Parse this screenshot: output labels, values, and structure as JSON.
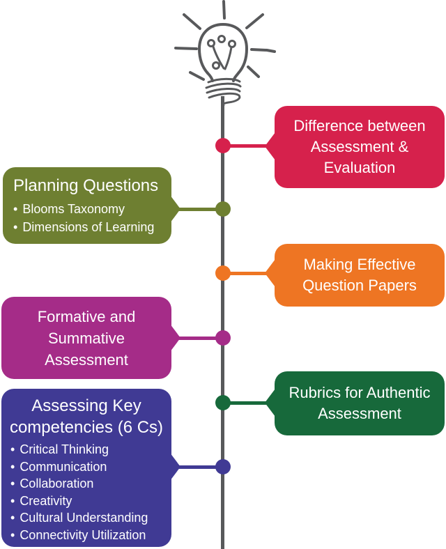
{
  "canvas": {
    "background": "#ffffff"
  },
  "colors": {
    "line": "#58595b",
    "sketch_gray": "#58595b",
    "text": "#ffffff"
  },
  "glyphs": {
    "bullet": "•"
  },
  "icons": {
    "top": "lightbulb-idea-sketch"
  },
  "nodes": [
    {
      "id": "difference-assessment-evaluation",
      "side": "right",
      "color": "#d6214c",
      "lines": [
        "Difference between",
        "Assessment &",
        "Evaluation"
      ]
    },
    {
      "id": "planning-questions",
      "side": "left",
      "color": "#6e7f31",
      "heading_lines": [
        "Planning Questions"
      ],
      "bullets": [
        "Blooms Taxonomy",
        "Dimensions of Learning"
      ]
    },
    {
      "id": "making-effective-question-papers",
      "side": "right",
      "color": "#ee7523",
      "lines": [
        "Making Effective",
        "Question Papers"
      ]
    },
    {
      "id": "formative-summative-assessment",
      "side": "left",
      "color": "#a52c88",
      "lines": [
        "Formative and",
        "Summative",
        "Assessment"
      ]
    },
    {
      "id": "rubrics-authentic-assessment",
      "side": "right",
      "color": "#17693b",
      "lines": [
        "Rubrics for Authentic",
        "Assessment"
      ]
    },
    {
      "id": "assessing-key-competencies",
      "side": "left",
      "color": "#403a94",
      "heading_lines": [
        "Assessing Key",
        "competencies (6 Cs)"
      ],
      "bullets": [
        "Critical Thinking",
        "Communication",
        "Collaboration",
        "Creativity",
        "Cultural Understanding",
        "Connectivity Utilization"
      ]
    }
  ]
}
